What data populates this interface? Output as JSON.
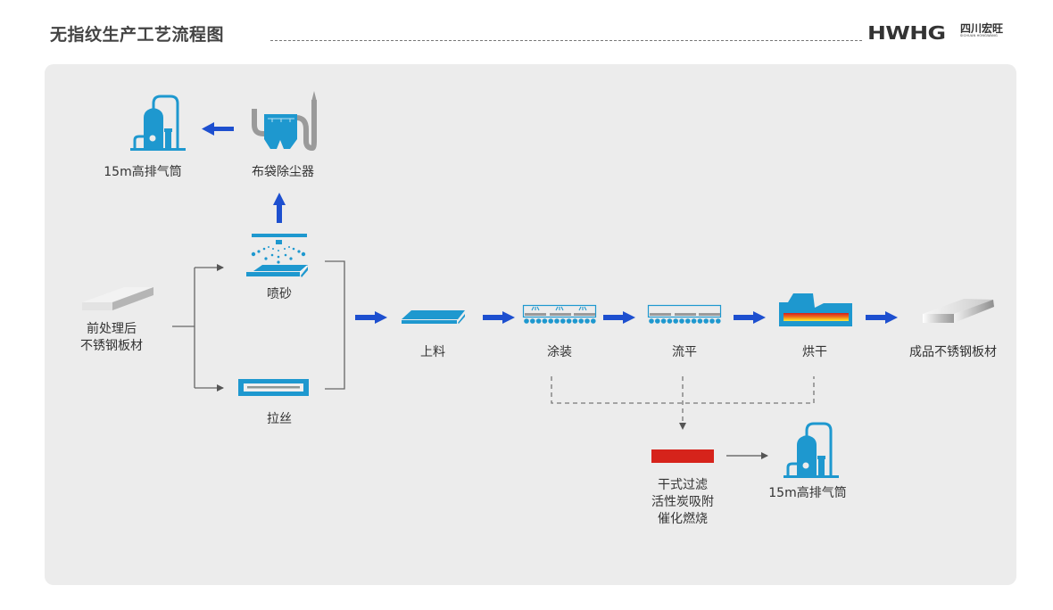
{
  "header": {
    "title": "无指纹生产工艺流程图",
    "logo_main": "HWHG",
    "logo_cn": "四川宏旺",
    "logo_en": "SICHUAN HONGWANG"
  },
  "colors": {
    "panel_bg": "#ececec",
    "arrow_blue": "#1d4fcf",
    "equipment_blue": "#1e98cf",
    "connector_gray": "#666666",
    "filter_red": "#d6231b"
  },
  "nodes": {
    "input_material": {
      "label_line1": "前处理后",
      "label_line2": "不锈钢板材"
    },
    "sandblasting": {
      "label": "喷砂"
    },
    "brushing": {
      "label": "拉丝"
    },
    "dust_collector": {
      "label": "布袋除尘器"
    },
    "stack_top": {
      "label": "15m高排气筒"
    },
    "loading": {
      "label": "上料"
    },
    "coating": {
      "label": "涂装"
    },
    "leveling": {
      "label": "流平"
    },
    "drying": {
      "label": "烘干"
    },
    "finished_product": {
      "label": "成品不锈钢板材"
    },
    "treatment": {
      "label_line1": "干式过滤",
      "label_line2": "活性炭吸附",
      "label_line3": "催化燃烧"
    },
    "stack_bottom": {
      "label": "15m高排气筒"
    }
  },
  "flow": [
    "前处理后不锈钢板材",
    "喷砂 / 拉丝",
    "上料",
    "涂装",
    "流平",
    "烘干",
    "成品不锈钢板材"
  ]
}
